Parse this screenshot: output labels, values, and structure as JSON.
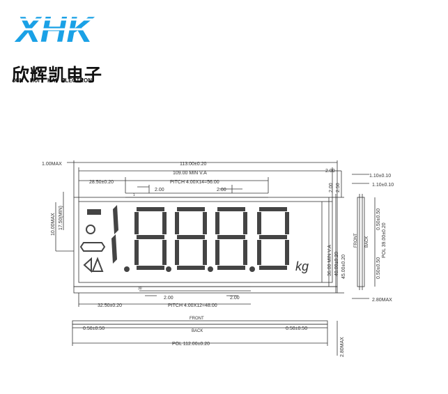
{
  "brand": {
    "logo_text": "XHK",
    "logo_color": "#1aa1e6",
    "name_cn": "欣辉凯电子",
    "name_en": [
      "XIN",
      "HUI",
      "KAI",
      "ELECTRON"
    ]
  },
  "dims": {
    "max_thickness_1": "1.00MAX",
    "overall_width": "113.00±0.20",
    "va_width": "109.00  MIN  V.A",
    "edge_200": "2.00",
    "left_offset_top": "28.50±0.20",
    "pitch_top": "PITCH  4.00X14=56.00",
    "pin_200_top_a": "2.00",
    "pin_200_top_b": "2.00",
    "right_200_b": "2.00",
    "right_250": "2.50",
    "height_10max": "10.00MAX",
    "height_1750min": "17.50(MIN)",
    "va_height": "36.00  MIN  V.A",
    "height_4000": "40.00±0.20",
    "height_4500": "45.00±0.20",
    "pin_200_bottom_a": "2.00",
    "pin_200_bottom_b": "2.00",
    "left_offset_bottom": "32.50±0.20",
    "pitch_bottom": "PITCH  4.00X12=48.00",
    "side_110_a": "1.10±0.10",
    "side_110_b": "1.10±0.10",
    "front": "FRONT",
    "back": "BACK",
    "pol_side_a": "0.50±0.50",
    "pol_side_b": "0.50±0.50",
    "pol_height": "POL  39.00±0.20",
    "max_thickness_2": "2.80MAX",
    "pol_left": "0.50±0.50",
    "pol_right": "0.50±0.50",
    "pol_width": "POL  112.00±0.20",
    "max_thickness_3": "2.80MAX",
    "pin_marker_tl": "1",
    "pin_marker_bl": "30",
    "unit_label": "kg"
  },
  "colors": {
    "line": "#333333",
    "segment": "#444444"
  }
}
